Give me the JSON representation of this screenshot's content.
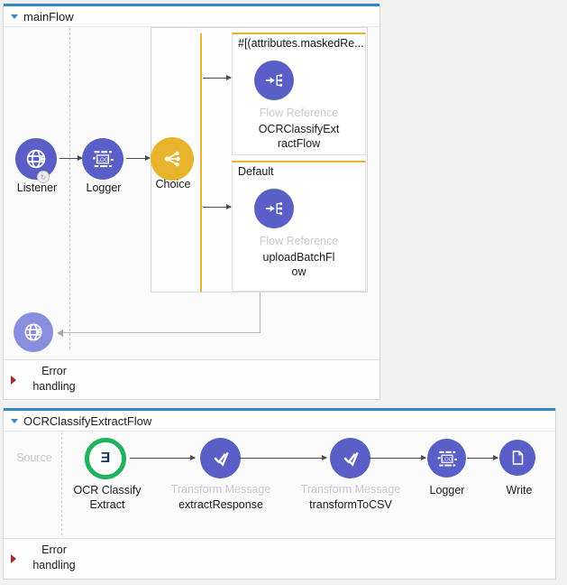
{
  "colors": {
    "accent_blue": "#2f89c5",
    "node_purple": "#5a5fc8",
    "node_purple_light": "#8a8edf",
    "choice_yellow": "#e8b42c",
    "ocr_green": "#1fb35b",
    "error_marker_red": "#a03028"
  },
  "main_flow": {
    "title": "mainFlow",
    "listener": {
      "label": "Listener"
    },
    "logger": {
      "label": "Logger"
    },
    "choice": {
      "label": "Choice"
    },
    "branch_when": {
      "condition": "#[(attributes.maskedRe...",
      "type_label": "Flow Reference",
      "name": "OCRClassifyExt\nractFlow"
    },
    "branch_default": {
      "condition": "Default",
      "type_label": "Flow Reference",
      "name": "uploadBatchFl\now"
    },
    "error_handling": "Error\nhandling"
  },
  "ocr_flow": {
    "title": "OCRClassifyExtractFlow",
    "source_label": "Source",
    "ocr": {
      "name": "OCR Classify\nExtract"
    },
    "transform1": {
      "type_label": "Transform Message",
      "name": "extractResponse"
    },
    "transform2": {
      "type_label": "Transform Message",
      "name": "transformToCSV"
    },
    "logger": {
      "label": "Logger"
    },
    "write": {
      "label": "Write"
    },
    "error_handling": "Error\nhandling"
  }
}
